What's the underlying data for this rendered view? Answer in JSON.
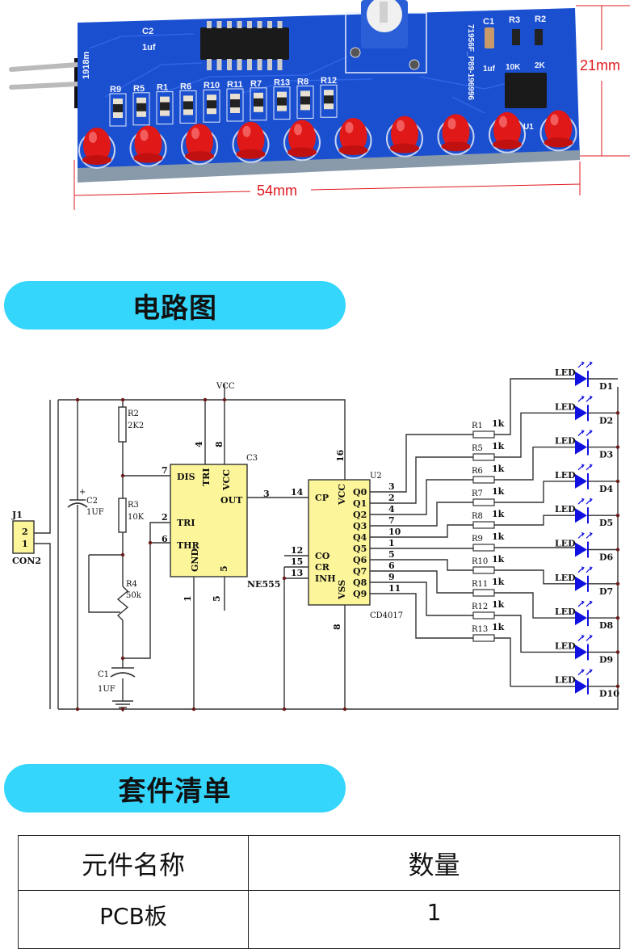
{
  "pcb_photo": {
    "dimension_height": "21mm",
    "dimension_width": "54mm",
    "silkscreen": {
      "board_id": "1918m",
      "cap_c2": "C2",
      "cap_c2_value": "1uf",
      "cap_c1": "C1",
      "cap_c1_value": "1uf",
      "r3": "R3",
      "r3_value": "10K",
      "r2": "R2",
      "r2_value": "2K",
      "serial": "71956F_P89-196996",
      "u1": "U1",
      "resistor_row": [
        "R9",
        "R5",
        "R1",
        "R6",
        "R10",
        "R11",
        "R7",
        "R13",
        "R8",
        "R12"
      ]
    },
    "led_count": 10,
    "colors": {
      "board": "#1a4fd0",
      "led": "#e01818",
      "dimension": "#e0181e"
    }
  },
  "section_circuit": {
    "title": "电路图"
  },
  "schematic": {
    "vcc_label": "VCC",
    "j1": {
      "ref": "J1",
      "name": "CON2",
      "pins": [
        "2",
        "1"
      ]
    },
    "c2": {
      "ref": "C2",
      "value": "1UF",
      "polarity": "+"
    },
    "r2": {
      "ref": "R2",
      "value": "2K2"
    },
    "r3": {
      "ref": "R3",
      "value": "10K"
    },
    "r4": {
      "ref": "R4",
      "value": "50k"
    },
    "c1": {
      "ref": "C1",
      "value": "1UF"
    },
    "ne555": {
      "ref": "C3",
      "part": "NE555",
      "pins": {
        "dis": "DIS",
        "tri_top": "TRI",
        "vcc": "VCC",
        "out": "OUT",
        "tri": "TRI",
        "thr": "THR",
        "gnd": "GND",
        "cv": "5"
      },
      "pin_numbers": {
        "dis": "7",
        "tri_top": "4",
        "vcc": "8",
        "out": "3",
        "tri": "2",
        "thr": "6",
        "gnd": "1",
        "cv": "5",
        "cv_ext": "5"
      }
    },
    "cd4017": {
      "ref": "U2",
      "part": "CD4017",
      "left_pins": [
        {
          "name": "CP",
          "num": "14"
        },
        {
          "name": "CO",
          "num": "12"
        },
        {
          "name": "CR",
          "num": "15"
        },
        {
          "name": "INH",
          "num": "13"
        }
      ],
      "vcc": {
        "name": "VCC",
        "num": "16"
      },
      "vss": {
        "name": "VSS",
        "num": "8"
      },
      "outputs": [
        {
          "name": "Q0",
          "num": "3"
        },
        {
          "name": "Q1",
          "num": "2"
        },
        {
          "name": "Q2",
          "num": "4"
        },
        {
          "name": "Q3",
          "num": "7"
        },
        {
          "name": "Q4",
          "num": "10"
        },
        {
          "name": "Q5",
          "num": "1"
        },
        {
          "name": "Q6",
          "num": "5"
        },
        {
          "name": "Q7",
          "num": "6"
        },
        {
          "name": "Q8",
          "num": "9"
        },
        {
          "name": "Q9",
          "num": "11"
        }
      ]
    },
    "resistors": [
      {
        "ref": "R1",
        "value": "1k"
      },
      {
        "ref": "R5",
        "value": "1k"
      },
      {
        "ref": "R6",
        "value": "1k"
      },
      {
        "ref": "R7",
        "value": "1k"
      },
      {
        "ref": "R8",
        "value": "1k"
      },
      {
        "ref": "R9",
        "value": "1k"
      },
      {
        "ref": "R10",
        "value": "1k"
      },
      {
        "ref": "R11",
        "value": "1k"
      },
      {
        "ref": "R12",
        "value": "1k"
      },
      {
        "ref": "R13",
        "value": "1k"
      }
    ],
    "leds": [
      {
        "ref": "D1",
        "label": "LED"
      },
      {
        "ref": "D2",
        "label": "LED"
      },
      {
        "ref": "D3",
        "label": "LED"
      },
      {
        "ref": "D4",
        "label": "LED"
      },
      {
        "ref": "D5",
        "label": "LED"
      },
      {
        "ref": "D6",
        "label": "LED"
      },
      {
        "ref": "D7",
        "label": "LED"
      },
      {
        "ref": "D8",
        "label": "LED"
      },
      {
        "ref": "D9",
        "label": "LED"
      },
      {
        "ref": "D10",
        "label": "LED"
      }
    ],
    "colors": {
      "wire": "#333333",
      "ic_fill": "#fcf59a",
      "led": "#1010e0"
    }
  },
  "section_kit": {
    "title": "套件清单"
  },
  "bom_table": {
    "headers": [
      "元件名称",
      "数量"
    ],
    "rows": [
      [
        "PCB板",
        "1"
      ]
    ]
  }
}
